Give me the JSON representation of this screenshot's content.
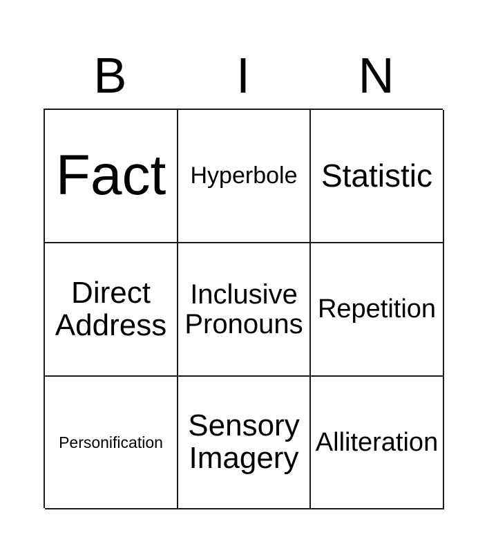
{
  "card": {
    "title_letters": [
      "B",
      "I",
      "N"
    ],
    "rows": [
      [
        {
          "label": "Fact",
          "size": "fs-xxl"
        },
        {
          "label": "Hyperbole",
          "size": "fs-xs"
        },
        {
          "label": "Statistic",
          "size": "fs-xl"
        }
      ],
      [
        {
          "label": "Direct\nAddress",
          "size": "fs-lg"
        },
        {
          "label": "Inclusive\nPronouns",
          "size": "fs-md"
        },
        {
          "label": "Repetition",
          "size": "fs-sm"
        }
      ],
      [
        {
          "label": "Personification",
          "size": "fs-xxs"
        },
        {
          "label": "Sensory\nImagery",
          "size": "fs-lg"
        },
        {
          "label": "Alliteration",
          "size": "fs-sm"
        }
      ]
    ],
    "colors": {
      "background": "#ffffff",
      "text": "#000000",
      "grid_line": "#1a1a1a"
    }
  }
}
